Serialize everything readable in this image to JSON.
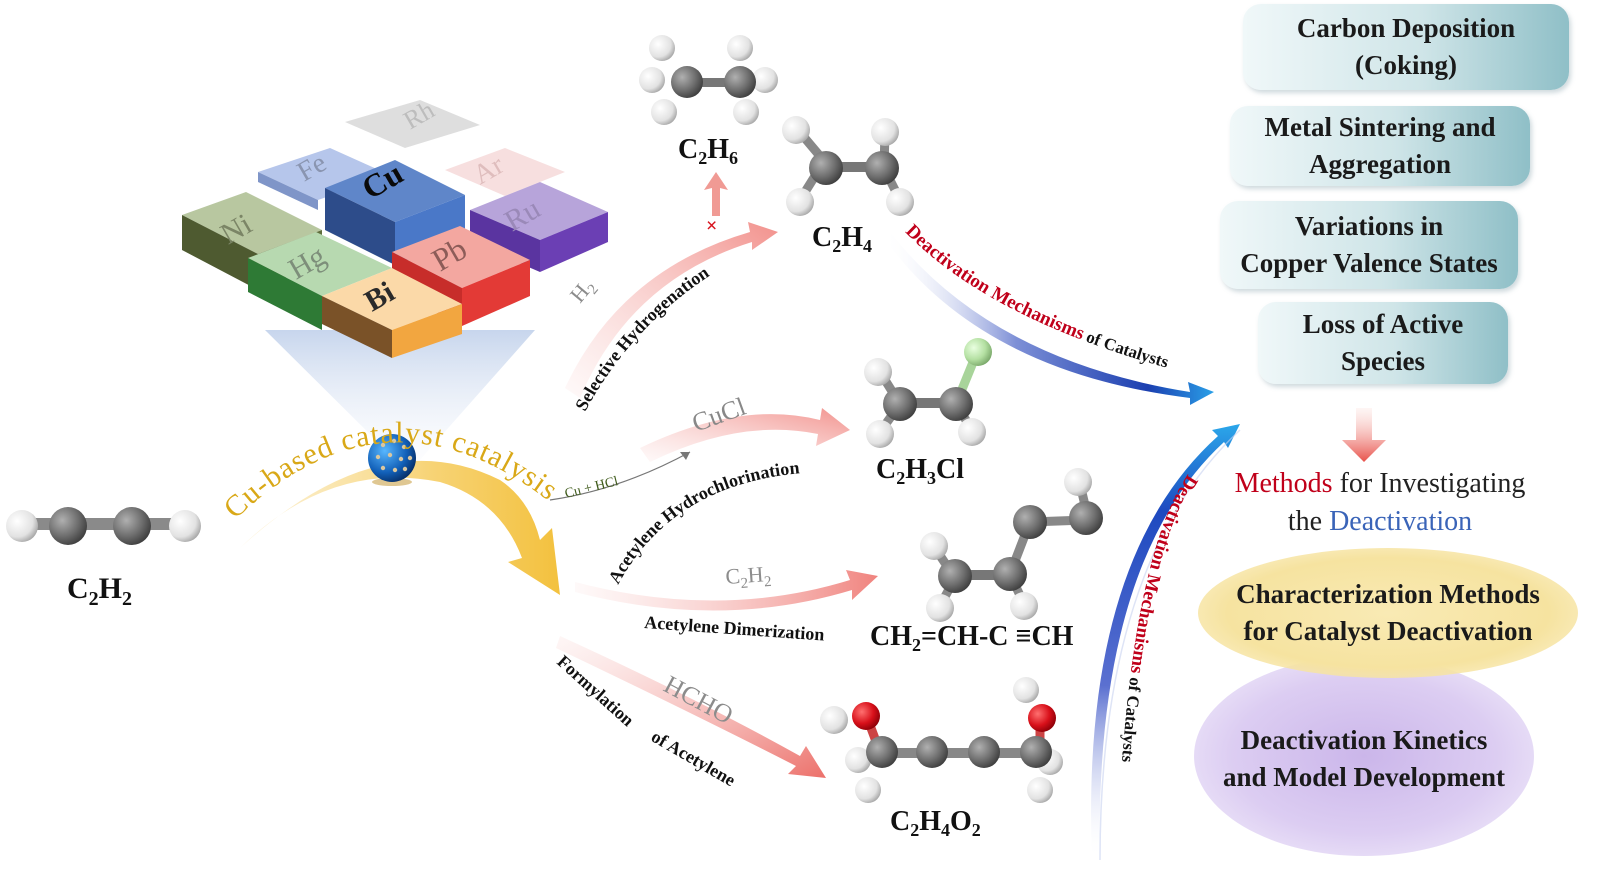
{
  "reactant": {
    "formula_main": "C",
    "sub1": "2",
    "mid": "H",
    "sub2": "2"
  },
  "catalyst": {
    "label": "Cu-based catalyst catalysis",
    "elements": [
      "Rh",
      "Fe",
      "Cu",
      "Ar",
      "Ni",
      "Hg",
      "Pb",
      "Ru",
      "Bi"
    ]
  },
  "pathways": [
    {
      "name": "Selective Hydrogenation",
      "reagent": "H",
      "reagent_sub": "2",
      "product": {
        "p1": "C",
        "s1": "2",
        "p2": "H",
        "s2": "4"
      }
    },
    {
      "name": "Acetylene Hydrochlorination",
      "reagent": "CuCl",
      "precursor": "Cu + HCl",
      "product": {
        "p1": "C",
        "s1": "2",
        "p2": "H",
        "s2": "3",
        "p3": "Cl"
      }
    },
    {
      "name": "Acetylene Dimerization",
      "reagent": "C",
      "reagent_sub1": "2",
      "reagent_mid": "H",
      "reagent_sub2": "2",
      "product": {
        "p1": "CH",
        "s1": "2",
        "p2": "=CH-C ≡CH"
      }
    },
    {
      "name": "Formylation of Acetylene",
      "name_part1": "Formylation",
      "name_part2": "of Acetylene",
      "reagent": "HCHO",
      "product": {
        "p1": "C",
        "s1": "2",
        "p2": "H",
        "s2": "4",
        "p3": "O",
        "s3": "2"
      }
    }
  ],
  "over_hydrogenation": {
    "product": {
      "p1": "C",
      "s1": "2",
      "p2": "H",
      "s2": "6"
    },
    "blocked_mark": "×"
  },
  "deactivation_arrows": [
    {
      "highlight": "Deactivation Mechanisms",
      "rest": "of Catalysts"
    },
    {
      "highlight": "Deactivation Mechanisms",
      "rest": "of Catalysts"
    }
  ],
  "mechanisms": [
    {
      "line1": "Carbon Deposition",
      "line2": "(Coking)"
    },
    {
      "line1": "Metal Sintering  and",
      "line2": "Aggregation"
    },
    {
      "line1": "Variations  in",
      "line2": "Copper Valence States"
    },
    {
      "line1": "Loss of Active",
      "line2": "Species"
    }
  ],
  "investigation": {
    "word1": "Methods",
    "text1": " for Investigating",
    "text2": "the ",
    "word2": "Deactivation",
    "methods": [
      {
        "line1": "Characterization  Methods",
        "line2": "for Catalyst  Deactivation"
      },
      {
        "line1": "Deactivation Kinetics",
        "line2": "and Model Development"
      }
    ]
  },
  "colors": {
    "highlight_red": "#c0001a",
    "highlight_blue": "#3a64b8",
    "mech_box": "#a9d0d6",
    "ellipse_yellow": "#f7e6a6",
    "ellipse_purple": "#d9c7ee",
    "arrow_pink": "#f08a86",
    "arrow_gold": "#f5c84a",
    "deact_blue": "#1565c8",
    "label_gold": "#d9a817"
  }
}
